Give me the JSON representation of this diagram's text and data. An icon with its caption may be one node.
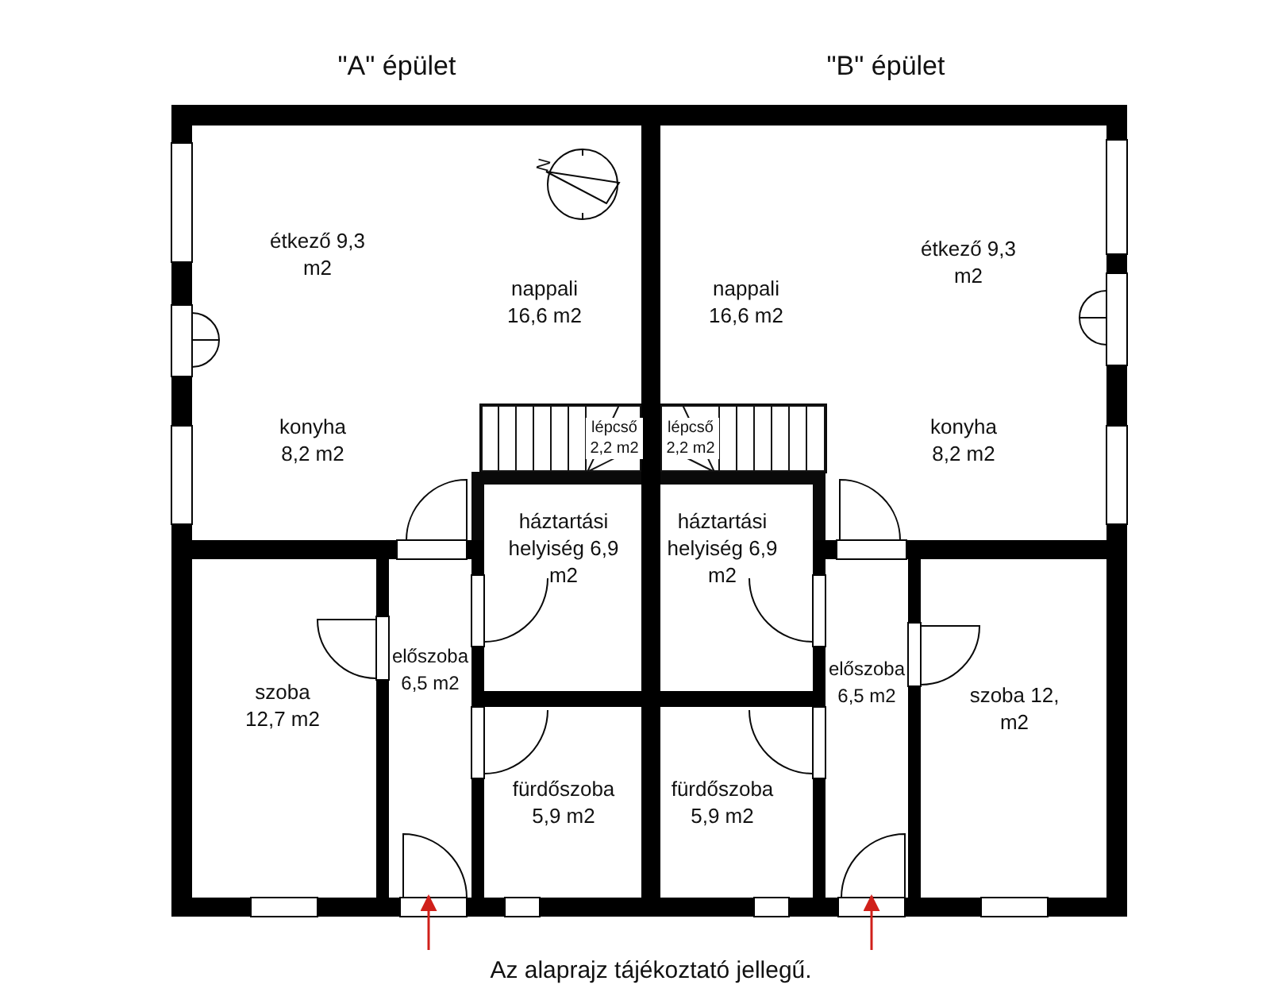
{
  "diagram": {
    "caption": "Az alaprajz tájékoztató jellegű.",
    "nodes": [
      {
        "text": [
          "étkező 9,3 m2",
          "nappali 16,6 m2",
          "konyha 8,2 m2"
        ]
      },
      {
        "text": [
          "lépcső 2,2 m2"
        ],
        "in": 0
      },
      {
        "text": [
          "nappali 16,6 m2",
          "étkező 9,3 m2",
          "konyha 8,2 m2"
        ]
      },
      {
        "text": [
          "lépcső 2,2 m2"
        ],
        "in": 2
      },
      {
        "text": [
          "háztartási helyiség 6,9 m2"
        ]
      },
      {
        "text": [
          "háztartási helyiség 6,9 m2"
        ]
      },
      {
        "text": [
          "szoba 12,7 m2"
        ]
      },
      {
        "text": [
          "előszoba 6,5 m2"
        ]
      },
      {
        "text": [
          "előszoba 6,5 m2"
        ]
      },
      {
        "text": [
          "szoba 12, m2"
        ]
      },
      {
        "text": [
          "fürdőszoba 5,9 m2"
        ]
      },
      {
        "text": [
          "fürdőszoba 5,9 m2"
        ]
      }
    ],
    "edges": [
      {
        "from": null,
        "to": 7,
        "arrow": "to"
      },
      {
        "from": null,
        "to": 8,
        "arrow": "to"
      }
    ],
    "labels": [
      "\"A\" épület",
      "\"B\" épület",
      "N"
    ]
  }
}
